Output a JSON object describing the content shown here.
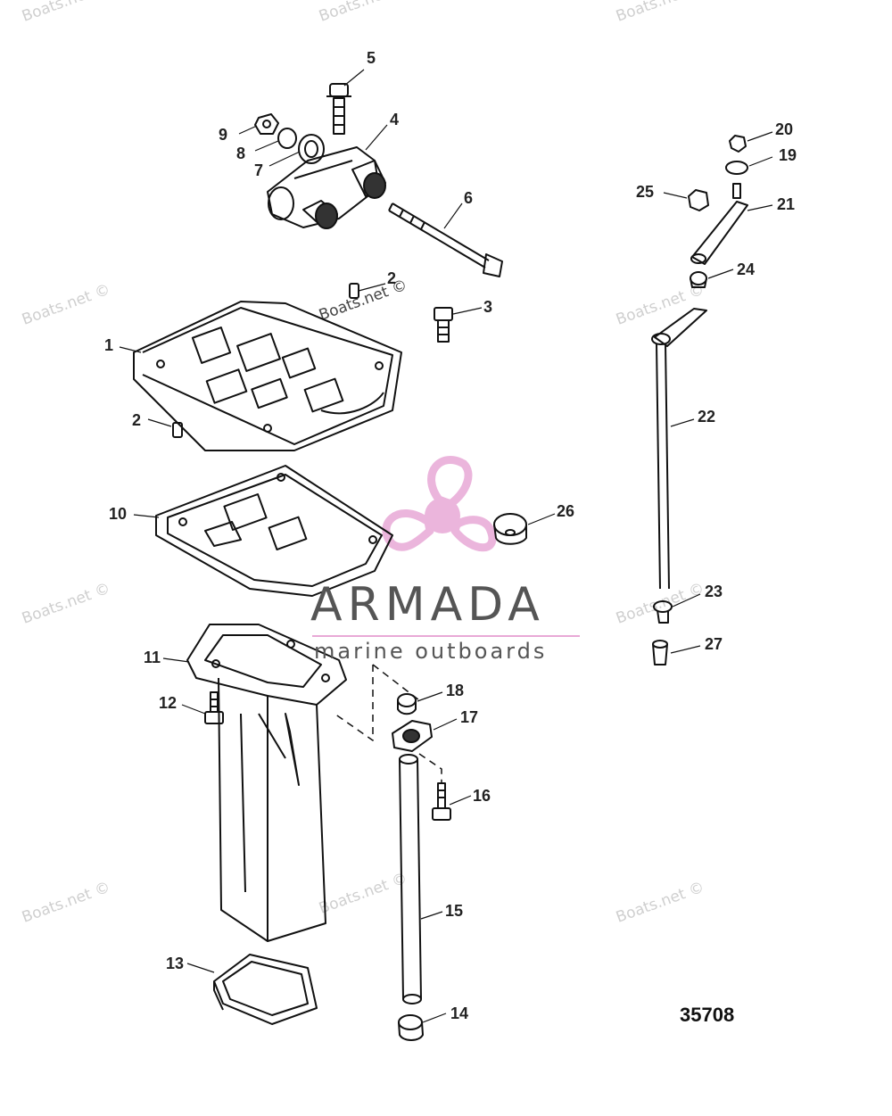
{
  "watermark": {
    "text": "Boats.net ©"
  },
  "callouts": {
    "c1": "1",
    "c2a": "2",
    "c2b": "2",
    "c3": "3",
    "c4": "4",
    "c5": "5",
    "c6": "6",
    "c7": "7",
    "c8": "8",
    "c9": "9",
    "c10": "10",
    "c11": "11",
    "c12": "12",
    "c13": "13",
    "c14": "14",
    "c15": "15",
    "c16": "16",
    "c17": "17",
    "c18": "18",
    "c19": "19",
    "c20": "20",
    "c21": "21",
    "c22": "22",
    "c23": "23",
    "c24": "24",
    "c25": "25",
    "c26": "26",
    "c27": "27"
  },
  "logo": {
    "brand": "ARMADA",
    "tagline": "marine outboards",
    "accent_color": "#e8a9d6"
  },
  "figure_number": "35708"
}
